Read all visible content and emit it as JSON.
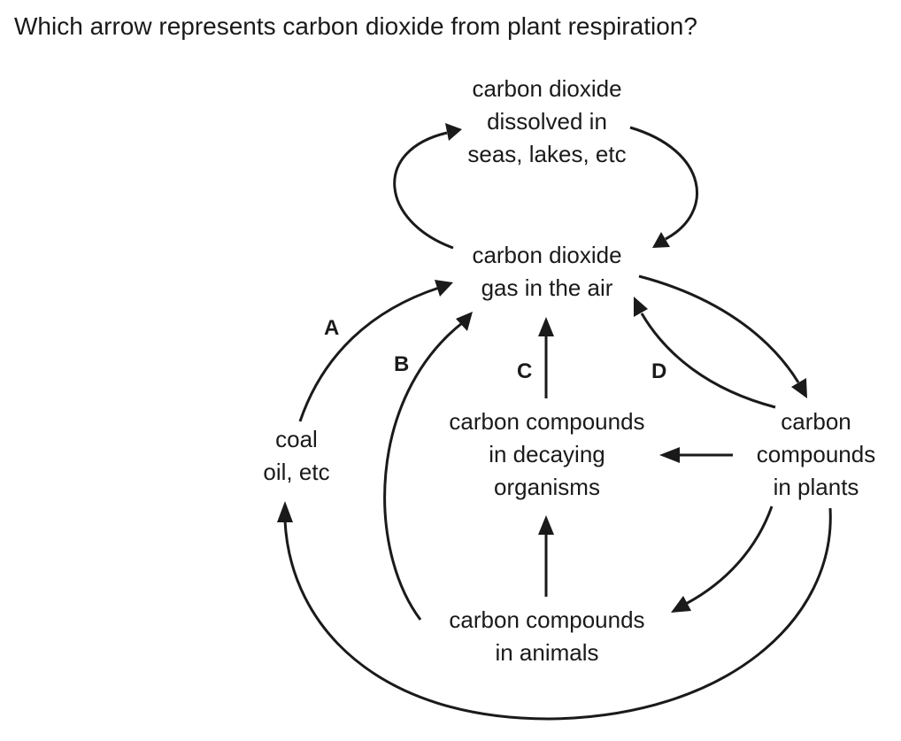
{
  "question": "Which arrow represents carbon dioxide from plant respiration?",
  "nodes": {
    "dissolved": [
      "carbon dioxide",
      "dissolved in",
      "seas, lakes, etc"
    ],
    "air": [
      "carbon dioxide",
      "gas in the air"
    ],
    "fossil": [
      "coal",
      "oil, etc"
    ],
    "decaying": [
      "carbon compounds",
      "in decaying",
      "organisms"
    ],
    "plants": [
      "carbon",
      "compounds",
      "in plants"
    ],
    "animals": [
      "carbon compounds",
      "in animals"
    ]
  },
  "labels": {
    "a": "A",
    "b": "B",
    "c": "C",
    "d": "D"
  },
  "colors": {
    "ink": "#1a1a1a",
    "background": "#ffffff"
  }
}
